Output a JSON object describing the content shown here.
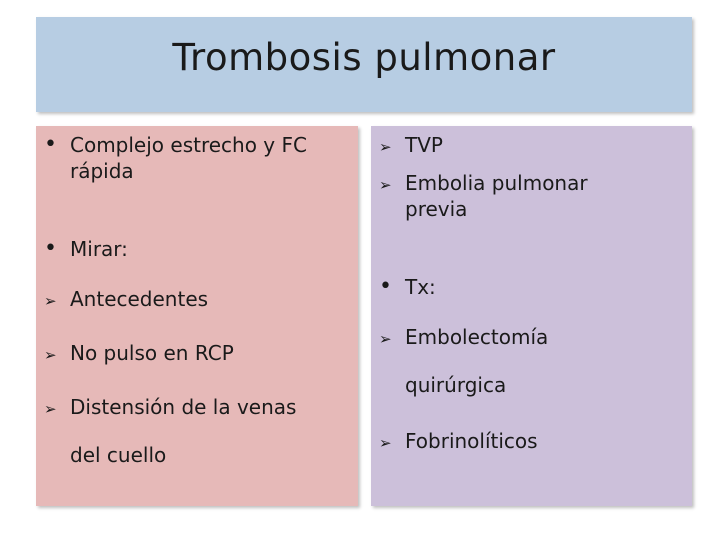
{
  "slide": {
    "title": "Trombosis pulmonar",
    "left_panel": {
      "items": [
        {
          "type": "bullet",
          "text_line1": "Complejo estrecho y FC",
          "text_line2": "rápida"
        },
        {
          "type": "bullet",
          "text": "Mirar:"
        },
        {
          "type": "arrow",
          "text": "Antecedentes"
        },
        {
          "type": "arrow",
          "text": "No pulso en RCP"
        },
        {
          "type": "arrow",
          "text_line1": "Distensión de la venas",
          "text_line2": "del cuello"
        }
      ]
    },
    "right_panel": {
      "items": [
        {
          "type": "arrow",
          "text": "TVP"
        },
        {
          "type": "arrow",
          "text_line1": "Embolia pulmonar",
          "text_line2": "previa"
        },
        {
          "type": "bullet",
          "text": "Tx:"
        },
        {
          "type": "arrow",
          "text_line1": "Embolectomía",
          "text_line2": "quirúrgica"
        },
        {
          "type": "arrow",
          "text": "Fobrinolíticos"
        }
      ]
    },
    "glyphs": {
      "bullet": "•",
      "arrow": "➢"
    },
    "colors": {
      "title_bg": "#b7cde3",
      "left_bg": "#e6b9b8",
      "right_bg": "#ccc0da"
    }
  }
}
